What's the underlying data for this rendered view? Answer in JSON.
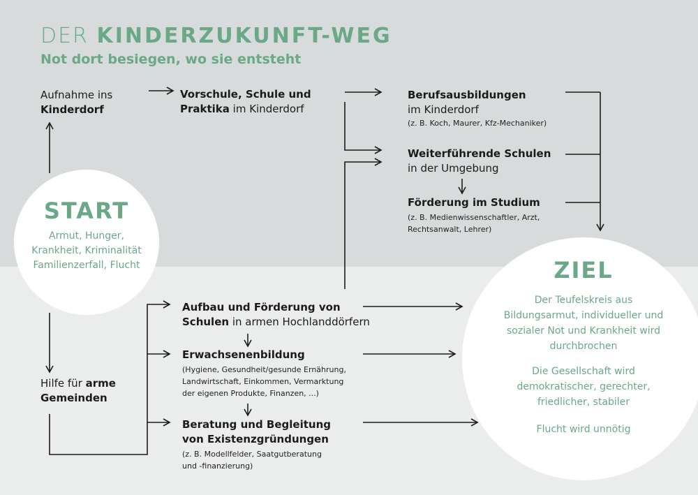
{
  "title": {
    "prefix": "DER",
    "main": "KINDERZUKUNFT-WEG"
  },
  "subtitle": "Not dort besiegen, wo sie entsteht",
  "start": {
    "title": "START",
    "lines": [
      "Armut, Hunger,",
      "Krankheit, Kriminalität",
      "Familienzerfall, Flucht"
    ]
  },
  "upper_path": {
    "entry": {
      "line1": "Aufnahme ins",
      "line2": "Kinderdorf"
    },
    "school": {
      "line1": "Vorschule, Schule und",
      "line2_bold": "Praktika",
      "line2_rest": " im Kinderdorf"
    },
    "berufs": {
      "title": "Berufsausbildungen",
      "sub": "im Kinderdorf",
      "note": "(z. B. Koch, Maurer, Kfz-Mechaniker)"
    },
    "weiter": {
      "title": "Weiterführende Schulen",
      "sub": "in der Umgebung"
    },
    "studium": {
      "title": "Förderung im Studium",
      "note1": "(z. B. Medienwissenschaftler, Arzt,",
      "note2": "Rechtsanwalt, Lehrer)"
    }
  },
  "lower_path": {
    "entry": {
      "line1_plain": "Hilfe für ",
      "line1_bold": "arme",
      "line2": "Gemeinden"
    },
    "schulen": {
      "line1": "Aufbau und Förderung von",
      "line2_bold": "Schulen",
      "line2_rest": " in armen Hochlanddörfern"
    },
    "erwachsen": {
      "title": "Erwachsenenbildung",
      "note1": "(Hygiene, Gesundheit/gesunde Ernährung,",
      "note2": "Landwirtschaft, Einkommen, Vermarktung",
      "note3": "der eigenen Produkte, Finanzen, ...)"
    },
    "beratung": {
      "line1": "Beratung und Begleitung",
      "line2": "von Existenzgründungen",
      "note1": "(z. B. Modellfelder, Saatgutberatung",
      "note2": "und -finanzierung)"
    }
  },
  "ziel": {
    "title": "ZIEL",
    "p1": [
      "Der Teufelskreis aus",
      "Bildungsarmut, individueller und",
      "sozialer Not und Krankheit wird",
      "durchbrochen"
    ],
    "p2": [
      "Die Gesellschaft wird",
      "demokratischer, gerechter,",
      "friedlicher, stabiler"
    ],
    "p3": "Flucht wird unnötig"
  },
  "colors": {
    "accent": "#6aa888",
    "bg_top": "#d8dbdc",
    "bg_bottom": "#ebeded",
    "line": "#1b1b1b"
  }
}
